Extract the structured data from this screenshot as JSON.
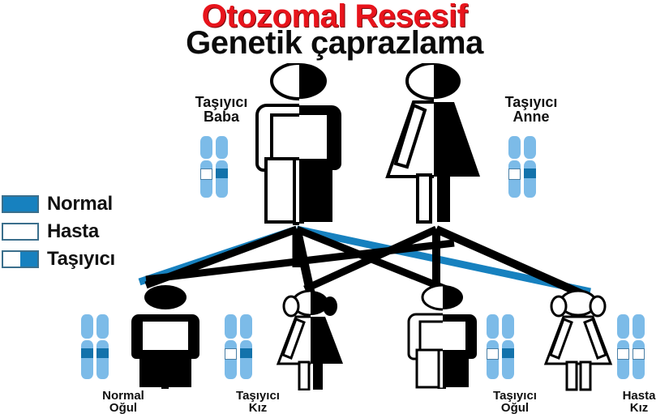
{
  "title": {
    "line1": "Otozomal Resesif",
    "line2": "Genetik çaprazlama",
    "color_line1": "#e8141c",
    "color_line2": "#0b0b0b"
  },
  "legend": {
    "items": [
      {
        "label": "Normal",
        "swatch": "blue",
        "left_color": "#1781bf",
        "right_color": "#1781bf"
      },
      {
        "label": "Hasta",
        "swatch": "white",
        "left_color": "#ffffff",
        "right_color": "#ffffff"
      },
      {
        "label": "Taşıyıcı",
        "swatch": "half",
        "left_color": "#ffffff",
        "right_color": "#1781bf"
      }
    ]
  },
  "palette": {
    "accent_blue": "#1781bf",
    "chromosome_body": "#7cbbe8",
    "band_blue": "#1372ab",
    "figure_black": "#000000",
    "figure_outline": "#000000"
  },
  "generations": {
    "parents": [
      {
        "id": "father",
        "label_line1": "Taşıyıcı",
        "label_line2": "Baba",
        "sex": "male",
        "status": "carrier",
        "fill": "half-black",
        "alleles": [
          "hasta",
          "normal"
        ]
      },
      {
        "id": "mother",
        "label_line1": "Taşıyıcı",
        "label_line2": "Anne",
        "sex": "female",
        "status": "carrier",
        "fill": "half-black",
        "alleles": [
          "hasta",
          "normal"
        ]
      }
    ],
    "children": [
      {
        "id": "child-1",
        "label_line1": "Normal",
        "label_line2": "Oğul",
        "sex": "male",
        "status": "normal",
        "fill": "black",
        "alleles": [
          "normal",
          "normal"
        ]
      },
      {
        "id": "child-2",
        "label_line1": "Taşıyıcı",
        "label_line2": "Kız",
        "sex": "female",
        "status": "carrier",
        "fill": "half-black",
        "alleles": [
          "hasta",
          "normal"
        ]
      },
      {
        "id": "child-3",
        "label_line1": "Taşıyıcı",
        "label_line2": "Oğul",
        "sex": "male",
        "status": "carrier",
        "fill": "half-black",
        "alleles": [
          "hasta",
          "normal"
        ]
      },
      {
        "id": "child-4",
        "label_line1": "Hasta",
        "label_line2": "Kız",
        "sex": "female",
        "status": "affected",
        "fill": "white",
        "alleles": [
          "hasta",
          "hasta"
        ]
      }
    ]
  },
  "cross_lines": {
    "description": "Inheritance lines from two parent trunk nodes fanning out to four children",
    "blue_count": 2,
    "black_count": 6
  }
}
